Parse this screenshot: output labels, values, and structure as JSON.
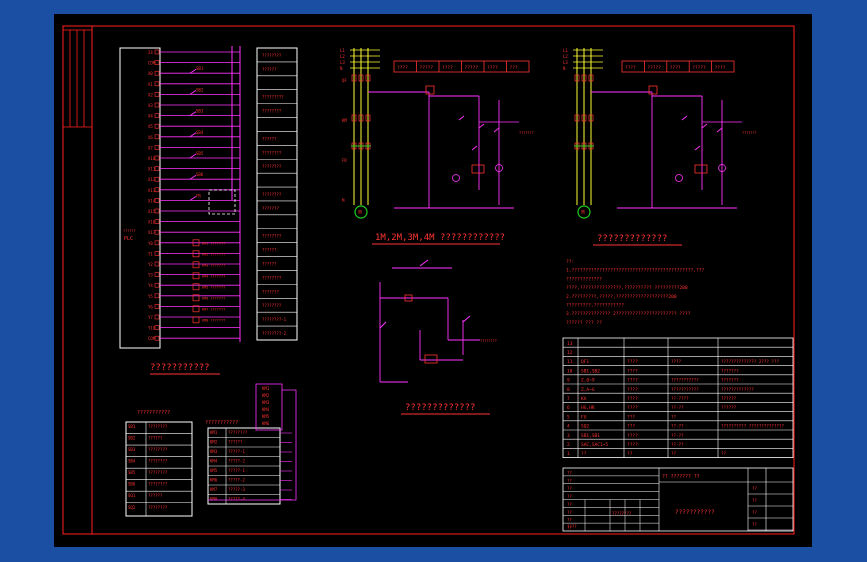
{
  "colors": {
    "background": "#1b4fa3",
    "sheet": "#000000",
    "frame": "#ff2020",
    "wire": "#ff33ff",
    "conductor": "#ffff33",
    "earth": "#22cc22",
    "text": "#ff3333",
    "label": "#ff66ff"
  },
  "titles": {
    "plc_wiring": "???????????",
    "io_table": "???????????",
    "main_circuit_1": "1M,2M,3M,4M  ????????????",
    "main_circuit_2": "?????????????",
    "small_circuit": "?????????????",
    "title_block_name": "???????????"
  },
  "plc": {
    "cpu_label": "PLC",
    "left_terminal_tags": [
      "24",
      "COM",
      "X0",
      "X1",
      "X2",
      "X3",
      "X4",
      "X5",
      "X6",
      "X7",
      "X10",
      "X11",
      "X12",
      "X13",
      "X14",
      "X15",
      "X16",
      "X17",
      "Y0",
      "Y1",
      "Y2",
      "Y3",
      "Y4",
      "Y5",
      "Y6",
      "Y7",
      "Y10",
      "COM"
    ],
    "switch_tags": [
      "SB1",
      "SB2",
      "SB3",
      "SB4",
      "SB5",
      "SB6",
      "FR"
    ],
    "coil_tags": [
      "KM1",
      "KM2",
      "KM3",
      "KM4",
      "KM5",
      "KM6",
      "KM7",
      "KM8"
    ]
  },
  "io_rows": [
    "????????",
    "??????",
    "",
    "?????????",
    "????????",
    "",
    "??????",
    "????????",
    "????????",
    "",
    "????????",
    "???????",
    "",
    "????????",
    "??????",
    "??????",
    "????????",
    "???????",
    "????????",
    "????????-1",
    "????????-2"
  ],
  "small_tables": {
    "left_header": "???????????",
    "left_rows": [
      {
        "tag": "SB1",
        "text": "????????"
      },
      {
        "tag": "SB2",
        "text": "??????"
      },
      {
        "tag": "SB3",
        "text": "????????"
      },
      {
        "tag": "SB4",
        "text": "????????"
      },
      {
        "tag": "SB5",
        "text": "????????"
      },
      {
        "tag": "SB6",
        "text": "????????"
      },
      {
        "tag": "SQ1",
        "text": "??????"
      },
      {
        "tag": "SQ2",
        "text": "????????"
      }
    ],
    "right_header": "???????????",
    "right_rows": [
      {
        "tag": "KM1",
        "text": "????????"
      },
      {
        "tag": "KM2",
        "text": "??????"
      },
      {
        "tag": "KM3",
        "text": "?????-1"
      },
      {
        "tag": "KM4",
        "text": "?????-2"
      },
      {
        "tag": "KM5",
        "text": "?????-1"
      },
      {
        "tag": "KM6",
        "text": "?????-2"
      },
      {
        "tag": "KM7",
        "text": "?????-3"
      },
      {
        "tag": "KM8",
        "text": "?????-4"
      }
    ],
    "stack_labels": [
      "KM1",
      "KM2",
      "KM3",
      "KM4",
      "KM5",
      "KM6"
    ]
  },
  "main_circuit_1": {
    "header_cells": [
      "????",
      "?????",
      "????",
      "?????",
      "????",
      "???"
    ],
    "bus_tags": [
      "L1",
      "L2",
      "L3",
      "N"
    ],
    "side_tags": [
      "QF",
      "KM",
      "FR",
      "M"
    ]
  },
  "main_circuit_2": {
    "header_cells": [
      "????",
      "?????",
      "????",
      "?????",
      "????"
    ],
    "bus_tags": [
      "L1",
      "L2",
      "L3",
      "N"
    ]
  },
  "notes": [
    "??:",
    "1.????????????????????????????????????????????,???",
    "  ?????????????",
    "  ????,???????????????,??????????  ?????????200",
    "2.?????????,?????,???????????????????200",
    "  ?????????,???????????",
    "3.?????????????? 2?????????????????????? ????",
    "  ??????  ???  ??"
  ],
  "parts_table": {
    "rows": [
      {
        "no": "13",
        "name": "",
        "qty": "",
        "model": "",
        "note": ""
      },
      {
        "no": "12",
        "name": "",
        "qty": "",
        "model": "",
        "note": ""
      },
      {
        "no": "11",
        "name": "QF1",
        "qty": "????",
        "model": "????",
        "note": "??????????????  2???  ???"
      },
      {
        "no": "10",
        "name": "SB1,SB2",
        "qty": "????",
        "model": "",
        "note": "???????"
      },
      {
        "no": "9",
        "name": "Z,0~9",
        "qty": "????",
        "model": "???????????",
        "note": "???????"
      },
      {
        "no": "8",
        "name": "Z,A~G",
        "qty": "????",
        "model": "???????????",
        "note": "?????????????"
      },
      {
        "no": "7",
        "name": "KA",
        "qty": "????",
        "model": "??-????",
        "note": "??????"
      },
      {
        "no": "6",
        "name": "HG,HR",
        "qty": "????",
        "model": "??-??",
        "note": "??????"
      },
      {
        "no": "5",
        "name": "FU",
        "qty": "???",
        "model": "??",
        "note": ""
      },
      {
        "no": "4",
        "name": "SQ2",
        "qty": "???",
        "model": "??-??",
        "note": "?????????? ??????????????"
      },
      {
        "no": "3",
        "name": "SB1,SB1",
        "qty": "????",
        "model": "??-??",
        "note": ""
      },
      {
        "no": "2",
        "name": "SAC,SAC1~5",
        "qty": "????",
        "model": "??-??",
        "note": ""
      },
      {
        "no": "1",
        "name": "??",
        "qty": "??",
        "model": "??",
        "note": "??"
      }
    ]
  },
  "title_block": {
    "company": "?? ??????? ??",
    "rows": [
      "??",
      "??",
      "??",
      "??",
      "??",
      "??",
      "??",
      "??"
    ],
    "right_cells": [
      "??",
      "??",
      "??",
      "??"
    ],
    "bottom_left": "????",
    "bottom_mid": "????????"
  }
}
